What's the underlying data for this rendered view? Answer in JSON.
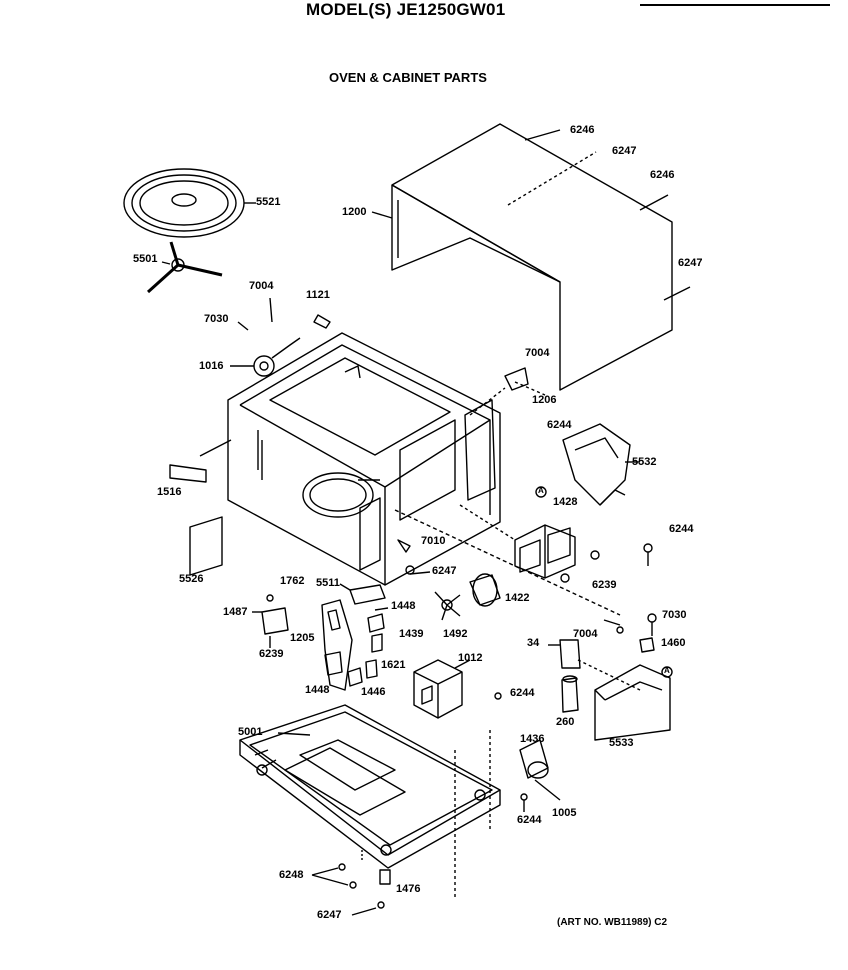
{
  "header": {
    "title": "MODEL(S) JE1250GW01",
    "subtitle": "OVEN & CABINET PARTS"
  },
  "footer": {
    "art_no": "(ART NO. WB11989) C2"
  },
  "callouts": [
    {
      "id": "c6246a",
      "text": "6246"
    },
    {
      "id": "c6247a",
      "text": "6247"
    },
    {
      "id": "c6246b",
      "text": "6246"
    },
    {
      "id": "c5521",
      "text": "5521"
    },
    {
      "id": "c1200",
      "text": "1200"
    },
    {
      "id": "c6247b",
      "text": "6247"
    },
    {
      "id": "c5501",
      "text": "5501"
    },
    {
      "id": "c7004a",
      "text": "7004"
    },
    {
      "id": "c1121",
      "text": "1121"
    },
    {
      "id": "c7030a",
      "text": "7030"
    },
    {
      "id": "c7004b",
      "text": "7004"
    },
    {
      "id": "c1016",
      "text": "1016"
    },
    {
      "id": "c1206",
      "text": "1206"
    },
    {
      "id": "c6244a",
      "text": "6244"
    },
    {
      "id": "c5532",
      "text": "5532"
    },
    {
      "id": "c1516",
      "text": "1516"
    },
    {
      "id": "c1428",
      "text": "1428"
    },
    {
      "id": "c6244b",
      "text": "6244"
    },
    {
      "id": "c7010",
      "text": "7010"
    },
    {
      "id": "c6247c",
      "text": "6247"
    },
    {
      "id": "c5526",
      "text": "5526"
    },
    {
      "id": "c6239a",
      "text": "6239"
    },
    {
      "id": "c1762",
      "text": "1762"
    },
    {
      "id": "c5511",
      "text": "5511"
    },
    {
      "id": "c1448a",
      "text": "1448"
    },
    {
      "id": "c1422",
      "text": "1422"
    },
    {
      "id": "c1487",
      "text": "1487"
    },
    {
      "id": "c1439",
      "text": "1439"
    },
    {
      "id": "c1492",
      "text": "1492"
    },
    {
      "id": "c7030b",
      "text": "7030"
    },
    {
      "id": "c1205",
      "text": "1205"
    },
    {
      "id": "c7004c",
      "text": "7004"
    },
    {
      "id": "c1460",
      "text": "1460"
    },
    {
      "id": "c34",
      "text": "34"
    },
    {
      "id": "c6239b",
      "text": "6239"
    },
    {
      "id": "c1621",
      "text": "1621"
    },
    {
      "id": "c1012",
      "text": "1012"
    },
    {
      "id": "c1448b",
      "text": "1448"
    },
    {
      "id": "c1446",
      "text": "1446"
    },
    {
      "id": "c6244c",
      "text": "6244"
    },
    {
      "id": "c260",
      "text": "260"
    },
    {
      "id": "c5533",
      "text": "5533"
    },
    {
      "id": "c5001",
      "text": "5001"
    },
    {
      "id": "c1436",
      "text": "1436"
    },
    {
      "id": "c6244d",
      "text": "6244"
    },
    {
      "id": "c1005",
      "text": "1005"
    },
    {
      "id": "c6248",
      "text": "6248"
    },
    {
      "id": "c1476",
      "text": "1476"
    },
    {
      "id": "c6247d",
      "text": "6247"
    },
    {
      "id": "cAa",
      "text": "A"
    },
    {
      "id": "cAb",
      "text": "A"
    }
  ]
}
